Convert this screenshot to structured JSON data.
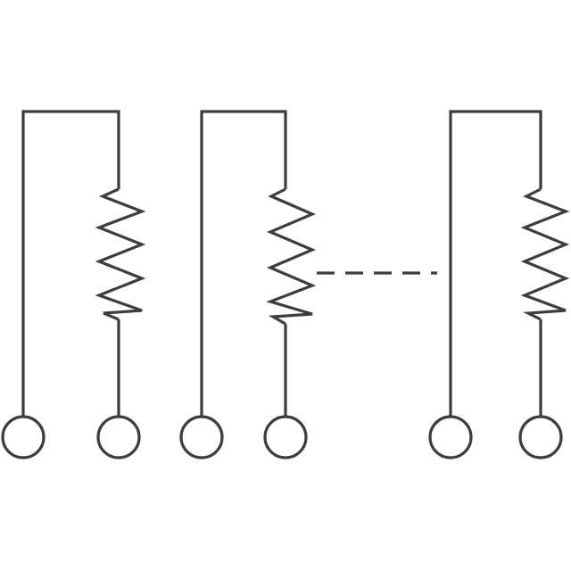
{
  "diagram": {
    "kind": "resistor-network-schematic",
    "stroke_color": "#3d3d3f",
    "background_color": "#ffffff",
    "visible_resistor_count": 3,
    "terminals_per_resistor": 2,
    "continuation_indicator": "dashed-line",
    "icon_names": [
      "resistor-icon",
      "terminal-icon",
      "ellipsis-connector-icon"
    ]
  }
}
